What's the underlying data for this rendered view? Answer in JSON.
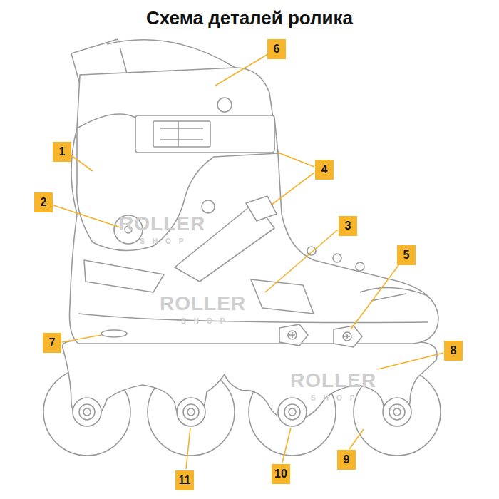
{
  "diagram": {
    "title": "Схема деталей ролика",
    "labels": [
      "6",
      "1",
      "4",
      "2",
      "3",
      "5",
      "7",
      "8",
      "9",
      "11",
      "10",
      "ROLLER",
      "SHOP",
      "ROLLER",
      "SHOP",
      "ROLLER",
      "SHOP"
    ]
  }
}
